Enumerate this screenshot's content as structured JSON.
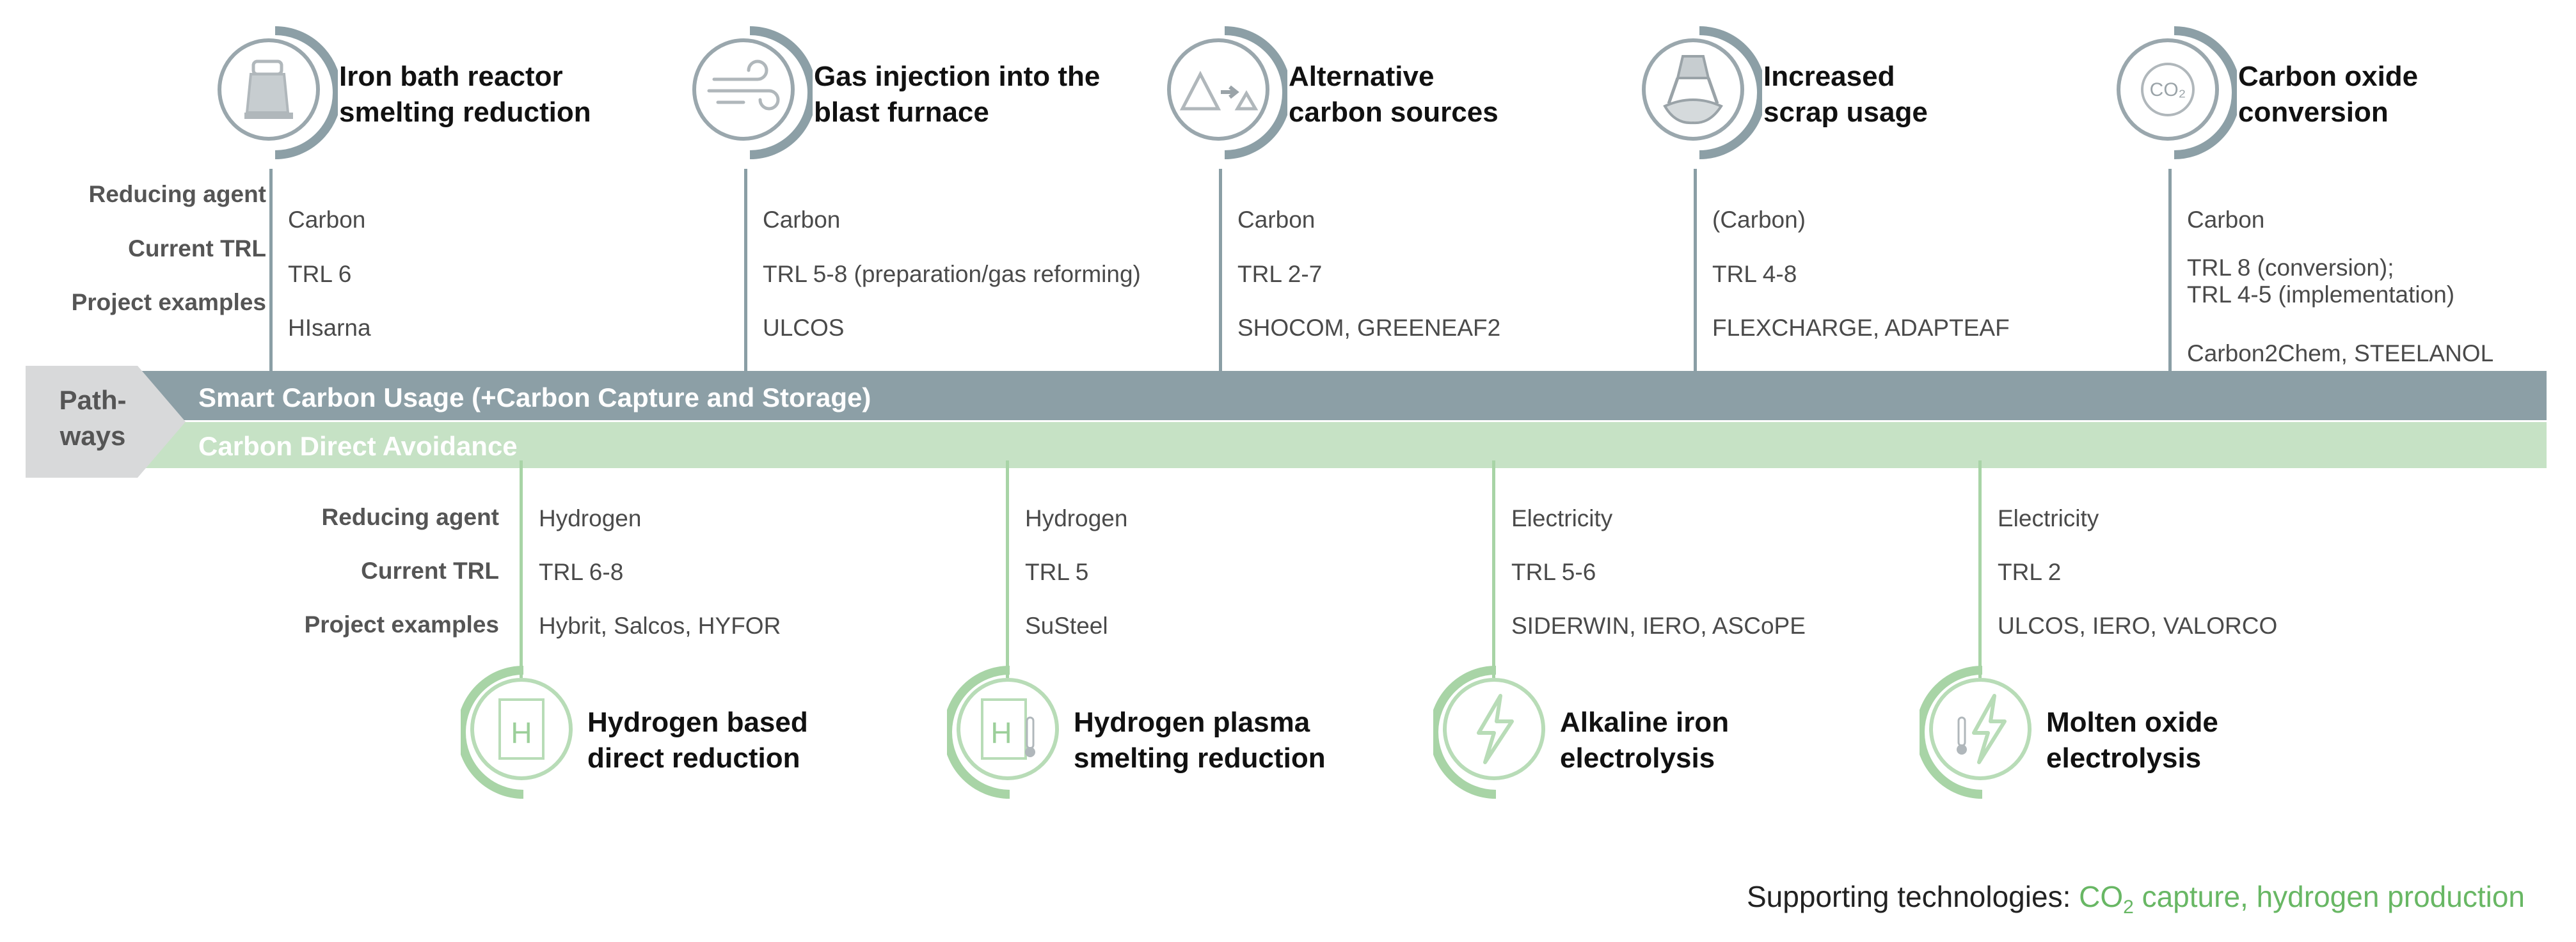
{
  "row_labels": {
    "reducing_agent": "Reducing agent",
    "current_trl": "Current TRL",
    "project_examples": "Project examples"
  },
  "pathways": {
    "tab_label_line1": "Path-",
    "tab_label_line2": "ways",
    "smart_carbon": "Smart Carbon Usage (+Carbon Capture and Storage)",
    "direct_avoidance": "Carbon Direct Avoidance"
  },
  "top_technologies": [
    {
      "title_line1": "Iron bath reactor",
      "title_line2": "smelting reduction",
      "icon": "reactor-icon",
      "reducing_agent": "Carbon",
      "trl": "TRL 6",
      "trl_line2": "",
      "projects": "HIsarna"
    },
    {
      "title_line1": "Gas injection into the",
      "title_line2": "blast furnace",
      "icon": "gas-flow-icon",
      "reducing_agent": "Carbon",
      "trl": "TRL 5-8 (preparation/gas reforming)",
      "trl_line2": "",
      "projects": "ULCOS"
    },
    {
      "title_line1": "Alternative",
      "title_line2": "carbon sources",
      "icon": "triangles-arrow-icon",
      "reducing_agent": "Carbon",
      "trl": "TRL 2-7",
      "trl_line2": "",
      "projects": "SHOCOM, GREENEAF2"
    },
    {
      "title_line1": "Increased",
      "title_line2": "scrap usage",
      "icon": "scrap-crane-icon",
      "reducing_agent": "(Carbon)",
      "trl": "TRL 4-8",
      "trl_line2": "",
      "projects": "FLEXCHARGE, ADAPTEAF"
    },
    {
      "title_line1": "Carbon oxide",
      "title_line2": "conversion",
      "icon": "co2-icon",
      "icon_text": "CO₂",
      "reducing_agent": "Carbon",
      "trl": "TRL 8 (conversion);",
      "trl_line2": "TRL 4-5 (implementation)",
      "projects": "Carbon2Chem, STEELANOL"
    }
  ],
  "bottom_technologies": [
    {
      "title_line1": "Hydrogen based",
      "title_line2": "direct reduction",
      "icon": "hydrogen-element-icon",
      "icon_text": "H",
      "reducing_agent": "Hydrogen",
      "trl": "TRL 6-8",
      "projects": "Hybrit, Salcos, HYFOR"
    },
    {
      "title_line1": "Hydrogen plasma",
      "title_line2": "smelting reduction",
      "icon": "hydrogen-thermometer-icon",
      "icon_text": "H",
      "reducing_agent": "Hydrogen",
      "trl": "TRL 5",
      "projects": "SuSteel"
    },
    {
      "title_line1": "Alkaline iron",
      "title_line2": "electrolysis",
      "icon": "lightning-icon",
      "reducing_agent": "Electricity",
      "trl": "TRL 5-6",
      "projects": "SIDERWIN, IERO, ASCoPE"
    },
    {
      "title_line1": "Molten oxide",
      "title_line2": "electrolysis",
      "icon": "thermometer-lightning-icon",
      "reducing_agent": "Electricity",
      "trl": "TRL 2",
      "projects": "ULCOS, IERO, VALORCO"
    }
  ],
  "supporting": {
    "prefix": "Supporting technologies: ",
    "co2": "CO",
    "co2_sub": "2",
    "rest": " capture, hydrogen production"
  },
  "colors": {
    "smart_carbon_band": "#8c9fa6",
    "direct_avoidance_band": "#c6e2c5",
    "accent_green": "#68b764",
    "pathways_tab": "#d8d9da"
  }
}
